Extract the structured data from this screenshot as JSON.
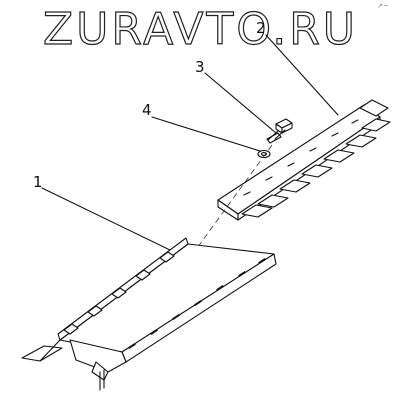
{
  "watermark": "ZURAVTO.RU",
  "corner_mark": "↗~",
  "callouts": [
    {
      "id": "1",
      "label": "1"
    },
    {
      "id": "2",
      "label": "2"
    },
    {
      "id": "3",
      "label": "3"
    },
    {
      "id": "4",
      "label": "4"
    }
  ]
}
